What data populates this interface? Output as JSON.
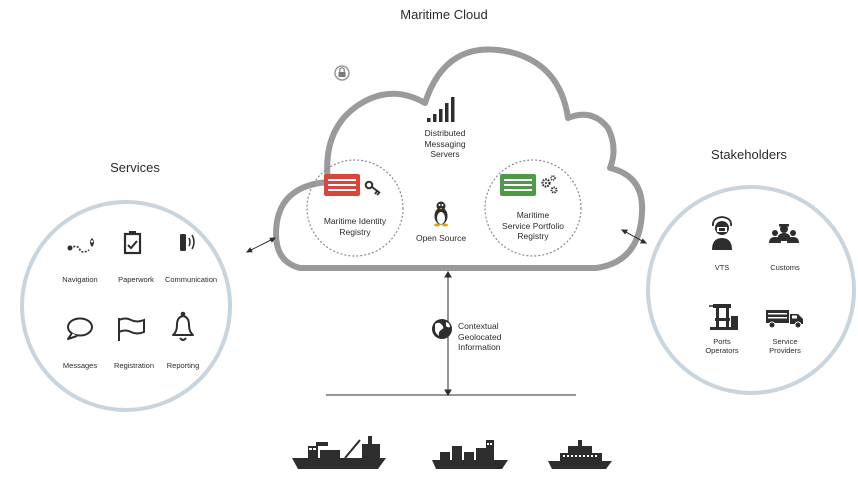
{
  "cloud": {
    "title": "Maritime Cloud",
    "messaging": [
      "Distributed",
      "Messaging",
      "Servers"
    ],
    "identity": [
      "Maritime Identity",
      "Registry"
    ],
    "open_source": "Open Source",
    "service_portfolio": [
      "Maritime",
      "Service Portfolio",
      "Registry"
    ]
  },
  "services": {
    "title": "Services",
    "items": [
      "Navigation",
      "Paperwork",
      "Communication",
      "Messages",
      "Registration",
      "Reporting"
    ]
  },
  "stakeholders": {
    "title": "Stakeholders",
    "items": [
      "VTS",
      "Customs",
      [
        "Ports",
        "Operators"
      ],
      [
        "Service",
        "Providers"
      ]
    ]
  },
  "geo": [
    "Contextual",
    "Geolocated",
    "Information"
  ],
  "colors": {
    "cloud_stroke": "#9a9a9a",
    "circle_stroke": "#c9d5de",
    "identity_red": "#d9453a",
    "portfolio_green": "#4f9a48",
    "icon": "#2d2d2d"
  }
}
